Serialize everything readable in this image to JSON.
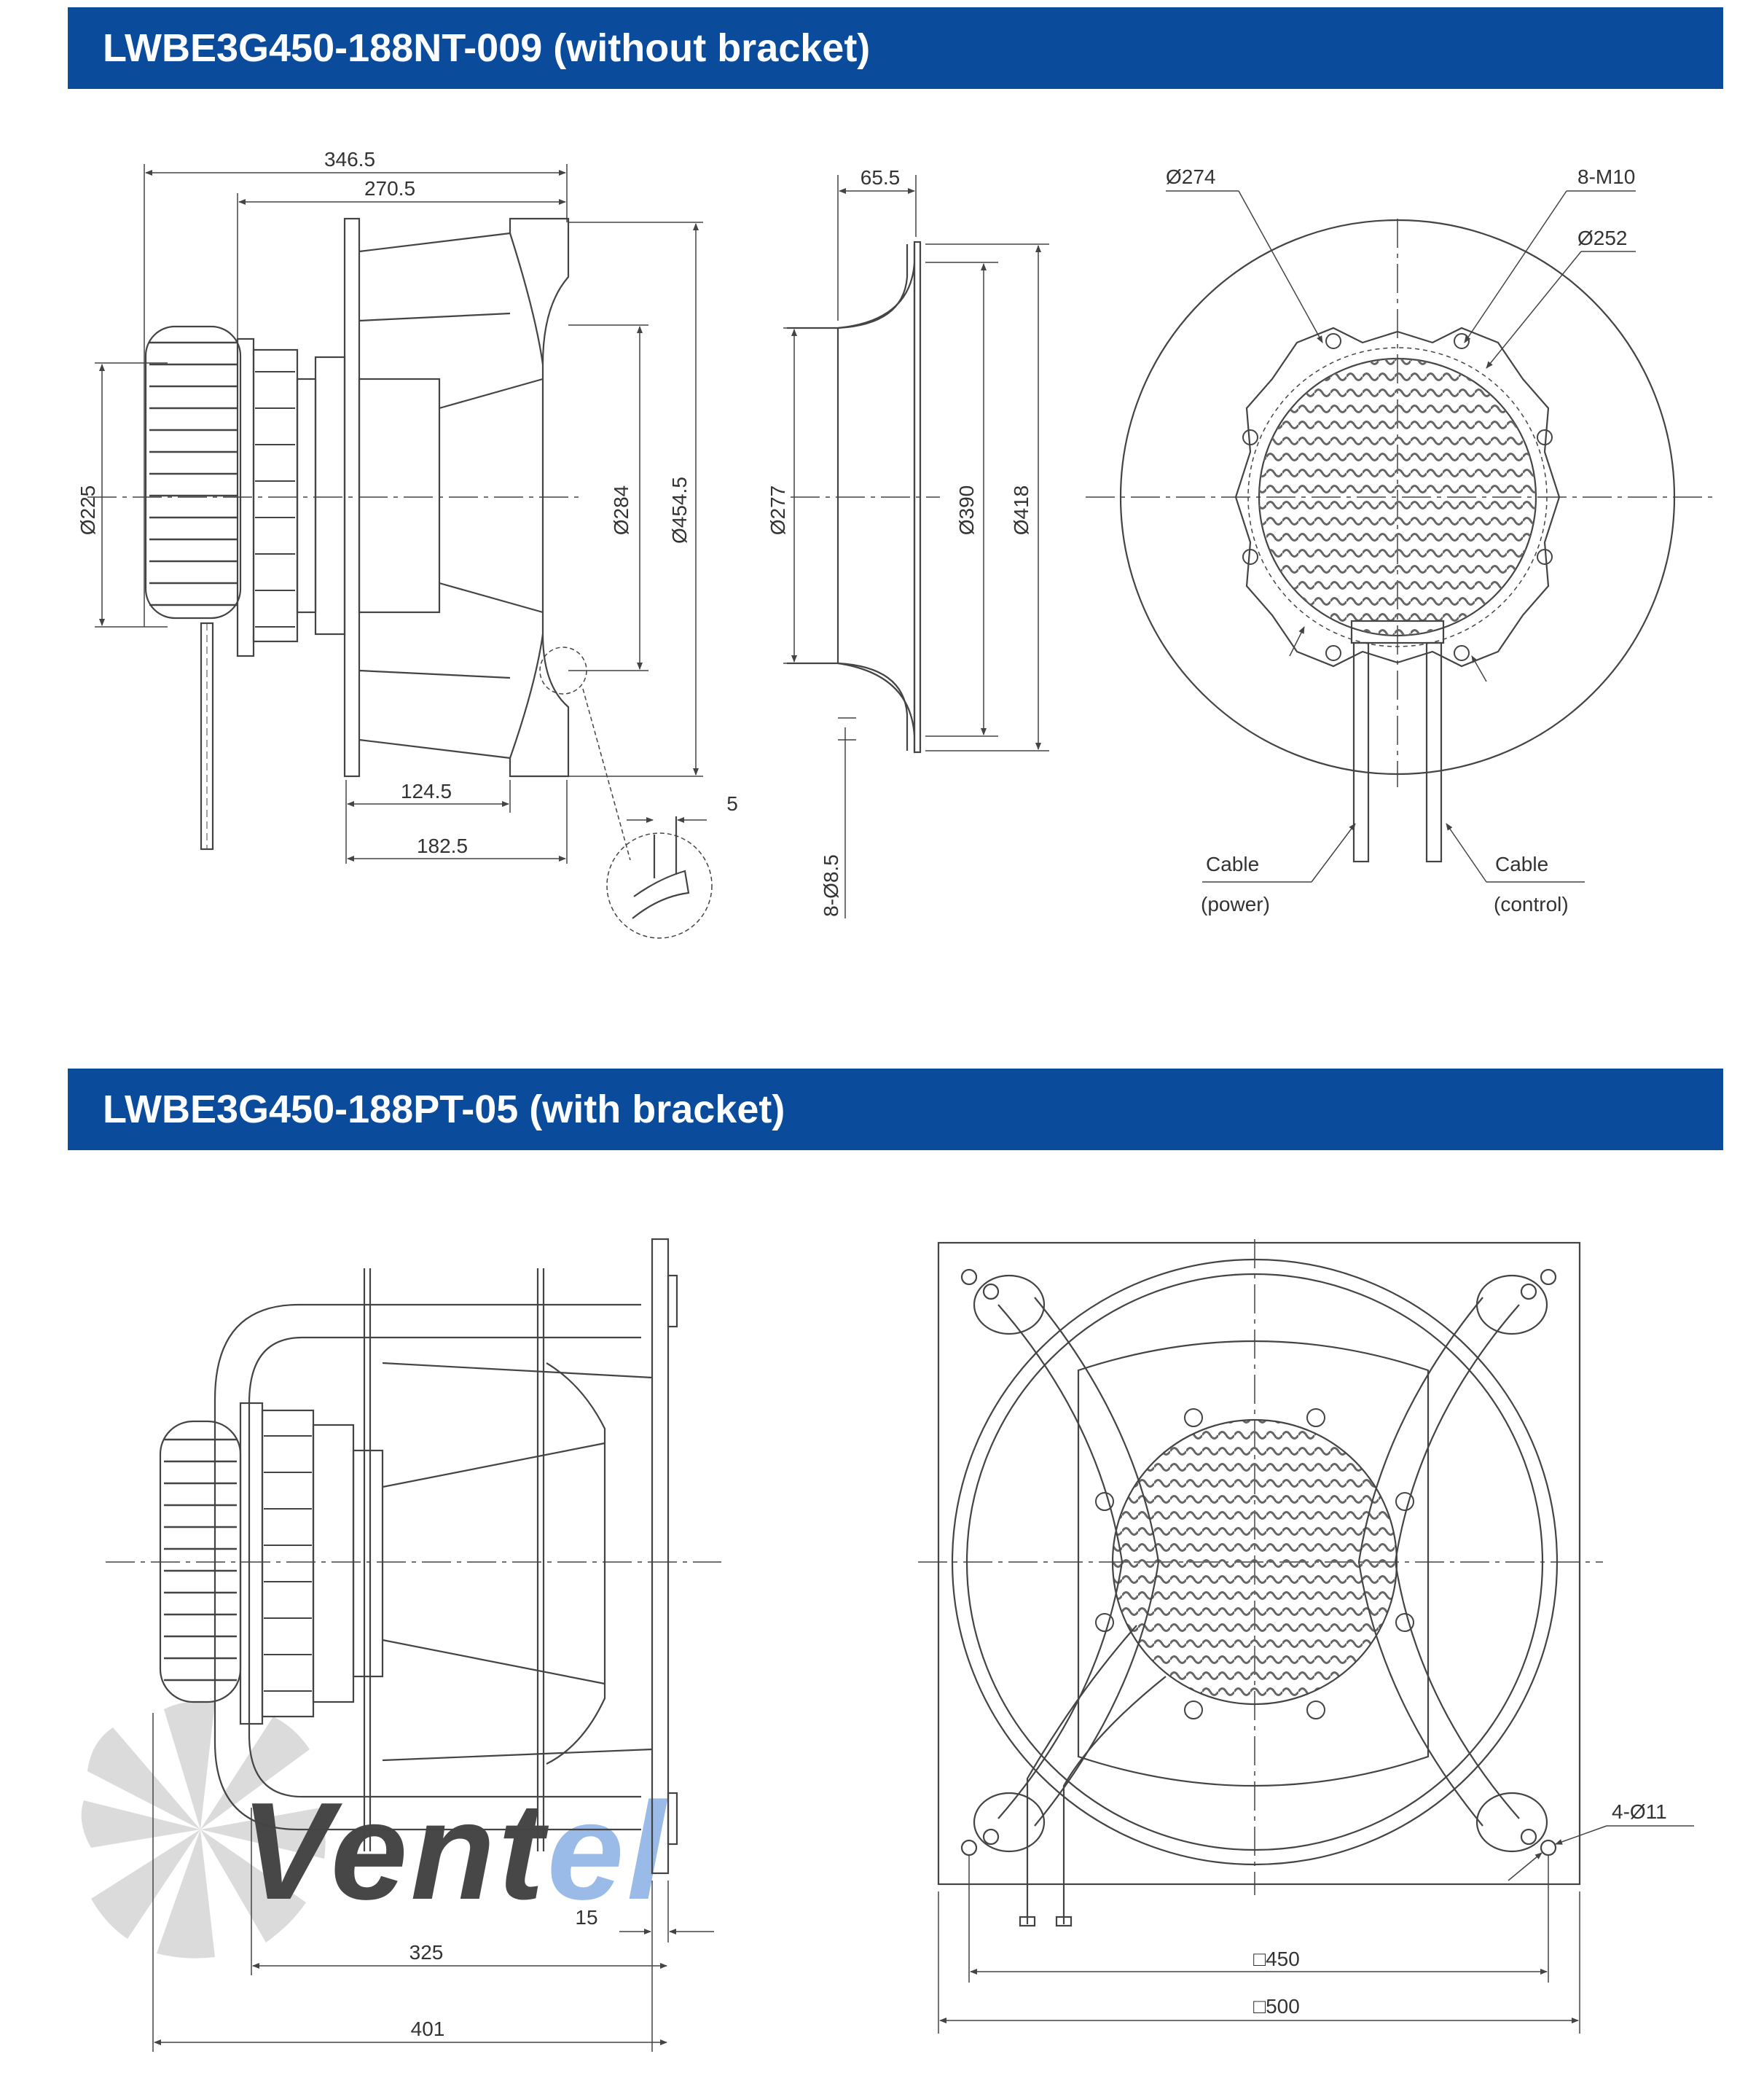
{
  "section1": {
    "title": "LWBE3G450-188NT-009 (without bracket)",
    "side_view": {
      "d_346_5": "346.5",
      "d_270_5": "270.5",
      "d_225": "Ø225",
      "d_284": "Ø284",
      "d_454_5": "Ø454.5",
      "d_124_5": "124.5",
      "d_182_5": "182.5",
      "d_5": "5"
    },
    "nozzle_view": {
      "d_65_5": "65.5",
      "d_277": "Ø277",
      "d_390": "Ø390",
      "d_418": "Ø418",
      "holes": "8-Ø8.5"
    },
    "front_view": {
      "d_274": "Ø274",
      "thread": "8-M10",
      "d_252": "Ø252",
      "cable_power_1": "Cable",
      "cable_power_2": "(power)",
      "cable_control_1": "Cable",
      "cable_control_2": "(control)"
    }
  },
  "section2": {
    "title": "LWBE3G450-188PT-05 (with bracket)",
    "side_view": {
      "d_15": "15",
      "d_325": "325",
      "d_401": "401"
    },
    "front_view": {
      "holes": "4-Ø11",
      "sq_450": "□450",
      "sq_500": "□500"
    }
  },
  "watermark": "Ventel",
  "colors": {
    "banner": "#0a4b9c",
    "line": "#444444",
    "watermark_grey": "#c8c8c8",
    "watermark_blue": "#8fb3e6"
  }
}
